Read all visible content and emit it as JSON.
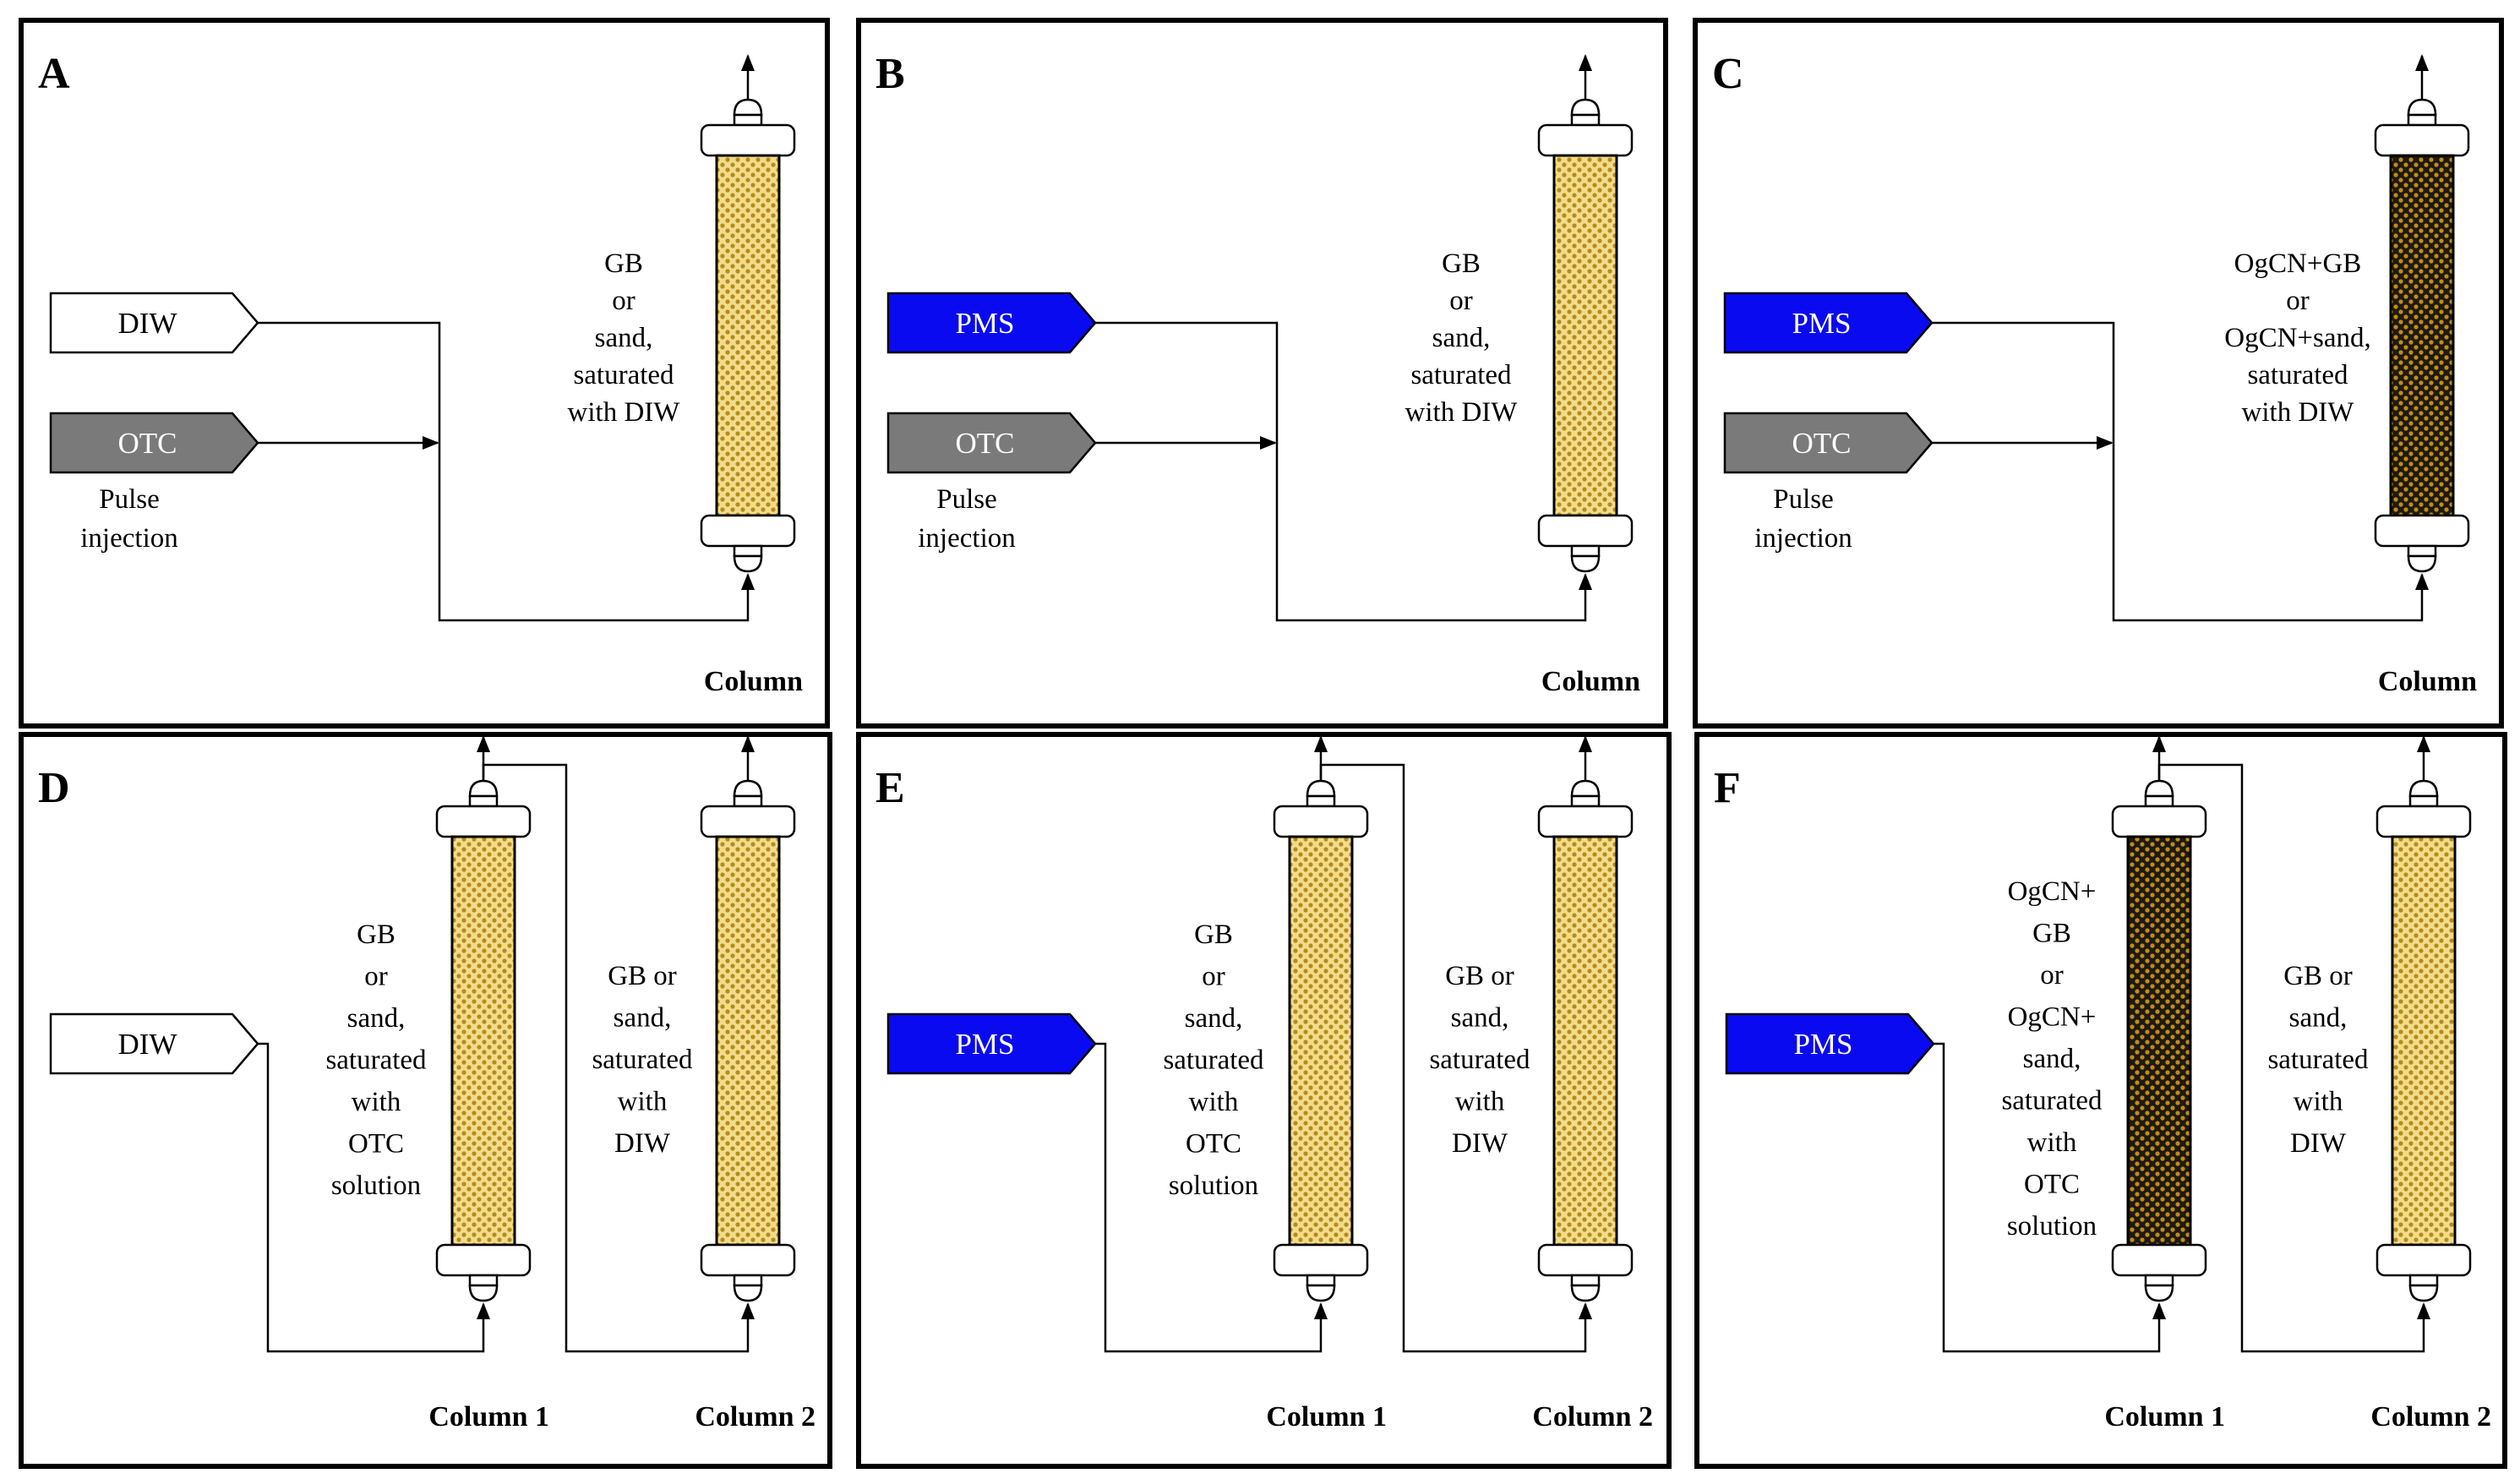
{
  "colors": {
    "pms_fill": "#0a0af0",
    "otc_fill": "#7a7a7a",
    "diw_fill": "#ffffff",
    "gb_sand_fill": "#f2dc8a",
    "gb_sand_dot": "#b58a1e",
    "ogcn_fill": "#1e1a10",
    "ogcn_dot": "#c28c19"
  },
  "panels": [
    {
      "letter": "A",
      "inputs": [
        {
          "label": "DIW",
          "kind": "diw"
        },
        {
          "label": "OTC",
          "kind": "otc"
        }
      ],
      "pulse_note": [
        "Pulse",
        "injection"
      ],
      "column_desc": [
        "GB",
        "or",
        "sand,",
        "saturated",
        "with DIW"
      ],
      "column_label": "Column",
      "packing": "gb"
    },
    {
      "letter": "B",
      "inputs": [
        {
          "label": "PMS",
          "kind": "pms"
        },
        {
          "label": "OTC",
          "kind": "otc"
        }
      ],
      "pulse_note": [
        "Pulse",
        "injection"
      ],
      "column_desc": [
        "GB",
        "or",
        "sand,",
        "saturated",
        "with DIW"
      ],
      "column_label": "Column",
      "packing": "gb"
    },
    {
      "letter": "C",
      "inputs": [
        {
          "label": "PMS",
          "kind": "pms"
        },
        {
          "label": "OTC",
          "kind": "otc"
        }
      ],
      "pulse_note": [
        "Pulse",
        "injection"
      ],
      "column_desc": [
        "OgCN+GB",
        "or",
        "OgCN+sand,",
        "saturated",
        "with DIW"
      ],
      "column_label": "Column",
      "packing": "ogcn"
    },
    {
      "letter": "D",
      "inputs": [
        {
          "label": "DIW",
          "kind": "diw"
        }
      ],
      "column1_desc": [
        "GB",
        "or",
        "sand,",
        "saturated",
        "with",
        "OTC",
        "solution"
      ],
      "column2_desc": [
        "GB or",
        "sand,",
        "saturated",
        "with",
        "DIW"
      ],
      "column1_label": "Column 1",
      "column2_label": "Column 2",
      "packing1": "gb"
    },
    {
      "letter": "E",
      "inputs": [
        {
          "label": "PMS",
          "kind": "pms"
        }
      ],
      "column1_desc": [
        "GB",
        "or",
        "sand,",
        "saturated",
        "with",
        "OTC",
        "solution"
      ],
      "column2_desc": [
        "GB or",
        "sand,",
        "saturated",
        "with",
        "DIW"
      ],
      "column1_label": "Column 1",
      "column2_label": "Column 2",
      "packing1": "gb"
    },
    {
      "letter": "F",
      "inputs": [
        {
          "label": "PMS",
          "kind": "pms"
        }
      ],
      "column1_desc": [
        "OgCN+",
        "GB",
        "or",
        "OgCN+",
        "sand,",
        "saturated",
        "with",
        "OTC",
        "solution"
      ],
      "column2_desc": [
        "GB or",
        "sand,",
        "saturated",
        "with",
        "DIW"
      ],
      "column1_label": "Column 1",
      "column2_label": "Column 2",
      "packing1": "ogcn"
    }
  ]
}
